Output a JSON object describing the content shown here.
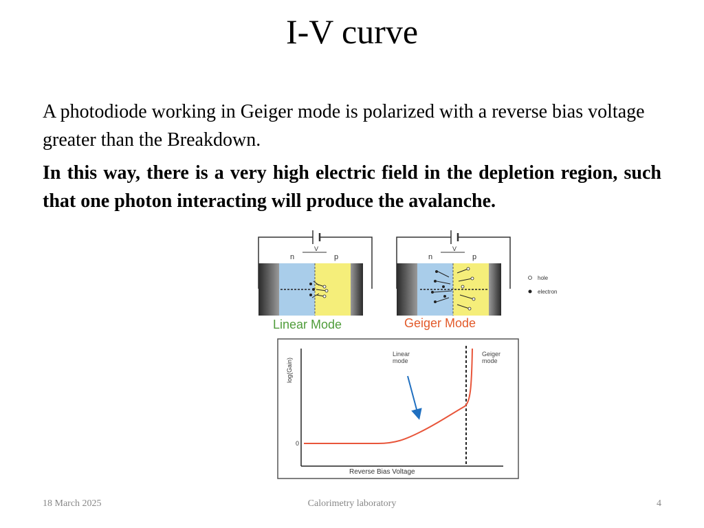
{
  "slide": {
    "title": "I-V curve",
    "paragraph1": "A photodiode working in Geiger mode is polarized with a reverse bias voltage greater than the Breakdown.",
    "paragraph2": "In this way, there is a very high electric field in the depletion region, such that one photon interacting will produce the avalanche."
  },
  "figure": {
    "linear_panel": {
      "caption": "Linear Mode",
      "n_label": "n",
      "p_label": "p",
      "v_label": "V"
    },
    "geiger_panel": {
      "caption": "Geiger Mode",
      "n_label": "n",
      "p_label": "p",
      "v_label": "V"
    },
    "legend": {
      "hole": "hole",
      "electron": "electron"
    },
    "plot": {
      "ylabel": "log(Gain)",
      "xlabel": "Reverse Bias Voltage",
      "y_zero": "0",
      "annotation_linear": [
        "Linear",
        "mode"
      ],
      "annotation_geiger": [
        "Geiger",
        "mode"
      ]
    },
    "colors": {
      "n_region": "#a9cdea",
      "p_region": "#f5ee7a",
      "linear_caption": "#4f9c3a",
      "geiger_caption": "#e25a2a",
      "curve": "#e8553a",
      "arrow": "#1f6fc0"
    }
  },
  "footer": {
    "date": "18 March 2025",
    "center": "Calorimetry laboratory",
    "page": "4"
  }
}
